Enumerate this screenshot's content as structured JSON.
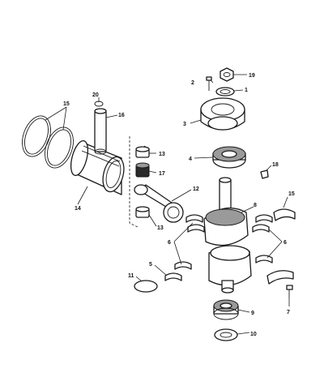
{
  "callouts": {
    "c1": "1",
    "c2": "2",
    "c3": "3",
    "c4": "4",
    "c5": "5",
    "c6a": "6",
    "c6b": "6",
    "c7": "7",
    "c8": "8",
    "c9": "9",
    "c10": "10",
    "c11": "11",
    "c12": "12",
    "c13a": "13",
    "c13b": "13",
    "c14": "14",
    "c15a": "15",
    "c15b": "15",
    "c16": "16",
    "c17": "17",
    "c18": "18",
    "c19": "19",
    "c20": "20"
  }
}
